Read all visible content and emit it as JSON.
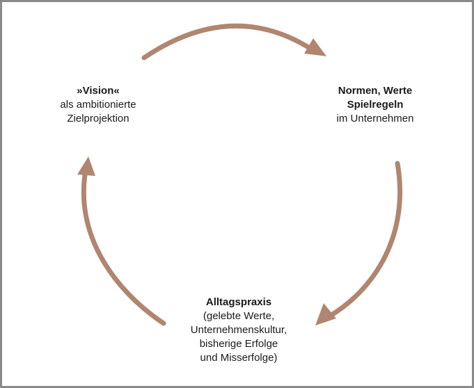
{
  "diagram": {
    "arrow_color": "#b08670",
    "nodes": {
      "vision": {
        "title": "»Vision«",
        "lines": [
          "als ambitionierte",
          "Zielprojektion"
        ]
      },
      "norms": {
        "title_lines": [
          "Normen, Werte",
          "Spielregeln"
        ],
        "lines": [
          "im Unternehmen"
        ]
      },
      "practice": {
        "title": "Alltagspraxis",
        "lines": [
          "(gelebte Werte,",
          "Unternehmenskultur,",
          "bisherige Erfolge",
          "und Misserfolge)"
        ]
      }
    },
    "arrows": [
      {
        "name": "vision-to-norms-arrow",
        "from": "vision",
        "to": "norms"
      },
      {
        "name": "norms-to-practice-arrow",
        "from": "norms",
        "to": "practice"
      },
      {
        "name": "practice-to-vision-arrow",
        "from": "practice",
        "to": "vision"
      }
    ]
  }
}
